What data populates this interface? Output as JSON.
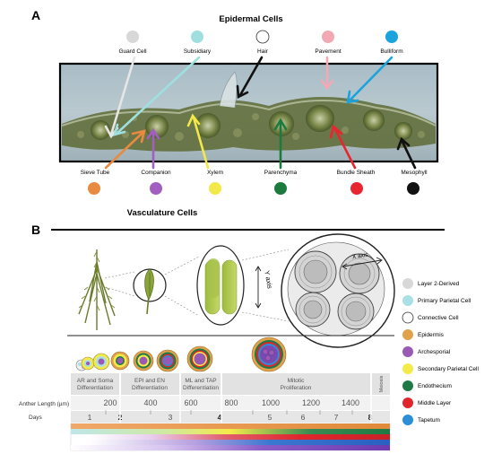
{
  "panel_a": {
    "letter": "A",
    "title_top": "Epidermal Cells",
    "title_bottom": "Vasculature Cells",
    "top_cells": [
      {
        "label": "Guard Cell",
        "color": "#d8d8d8"
      },
      {
        "label": "Subsidiary",
        "color": "#9fdfe0"
      },
      {
        "label": "Hair",
        "color": "#ffffff"
      },
      {
        "label": "Pavement",
        "color": "#f3a9b4"
      },
      {
        "label": "Bulliform",
        "color": "#1aa3dd"
      }
    ],
    "bottom_cells": [
      {
        "label": "Sieve Tube",
        "color": "#e88a3f"
      },
      {
        "label": "Companion",
        "color": "#a15fc0"
      },
      {
        "label": "Xylem",
        "color": "#f2e84a"
      },
      {
        "label": "Parenchyma",
        "color": "#1b7a3e"
      },
      {
        "label": "Bundle Sheath",
        "color": "#e8262f"
      },
      {
        "label": "Mesophyll",
        "color": "#111111"
      }
    ]
  },
  "panel_b": {
    "letter": "B",
    "axis_labels": {
      "x": "X axis",
      "y": "Y axis"
    },
    "legend": [
      {
        "label": "Layer 2-Derived",
        "color": "#d8d8d8"
      },
      {
        "label": "Primary Parietal Cell",
        "color": "#a8e0e6"
      },
      {
        "label": "Connective Cell",
        "color": "#ffffff"
      },
      {
        "label": "Epidermis",
        "color": "#e0a24a"
      },
      {
        "label": "Archesporial",
        "color": "#9b59b6"
      },
      {
        "label": "Secondary Parietal Cell",
        "color": "#f4ea4a"
      },
      {
        "label": "Endothecium",
        "color": "#1e7a44"
      },
      {
        "label": "Middle Layer",
        "color": "#e0262c"
      },
      {
        "label": "Tapetum",
        "color": "#2a8fd6"
      }
    ],
    "stages": [
      "AR and Soma\nDifferentiation",
      "EPI and EN\nDifferentiation",
      "ML and TAP\nDifferentiation",
      "Mitotic\nProliferation",
      "Meiosis"
    ],
    "anther_length_label": "Anther Length (µm)",
    "anther_ticks": [
      "200",
      "400",
      "600",
      "800",
      "1000",
      "1200",
      "1400"
    ],
    "days_label": "Days",
    "day_ticks": [
      "1",
      "2",
      "3",
      "4",
      "5",
      "6",
      "7",
      "8"
    ]
  }
}
